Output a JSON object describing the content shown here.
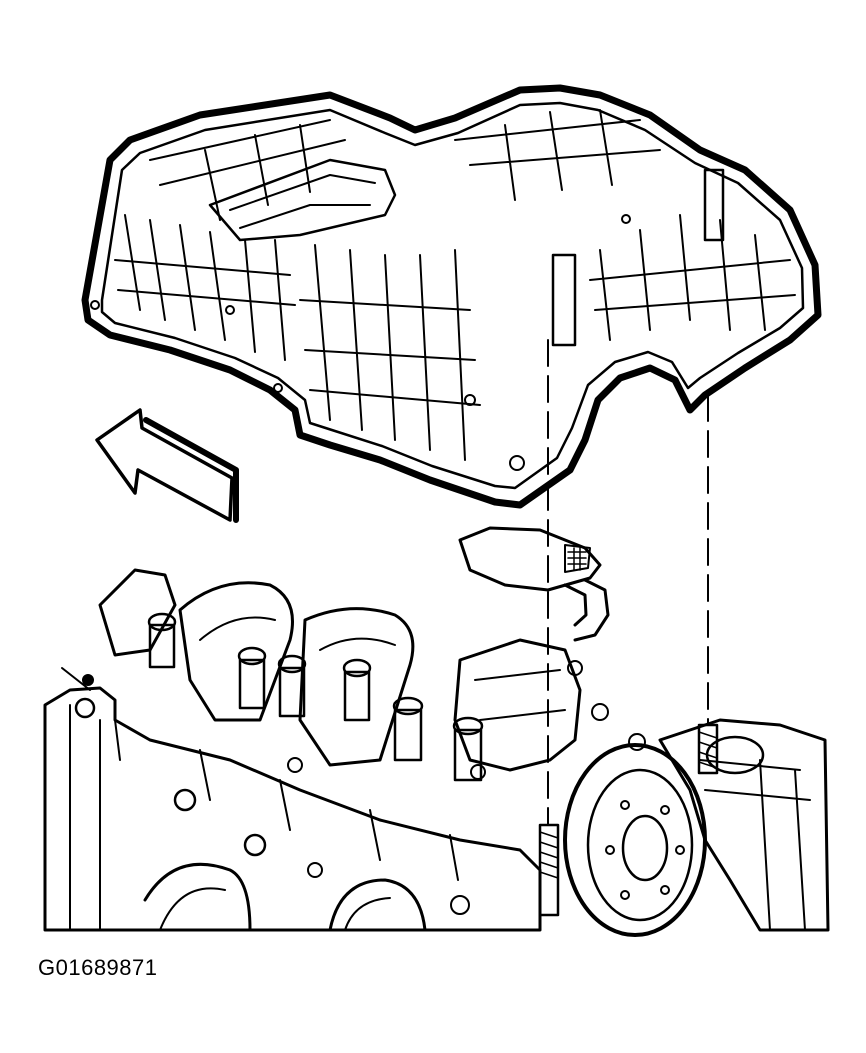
{
  "figure": {
    "caption": "G01689871",
    "ink_color": "#000000",
    "paper_color": "#ffffff"
  },
  "parts": {
    "oil_pan": "oil-pan",
    "engine_block": "engine-block",
    "crankshaft": "crankshaft",
    "oil_pump_pickup": "oil-pump-pickup",
    "flywheel": "flywheel",
    "direction_arrow": "direction-arrow",
    "alignment_studs": "alignment-stud"
  }
}
